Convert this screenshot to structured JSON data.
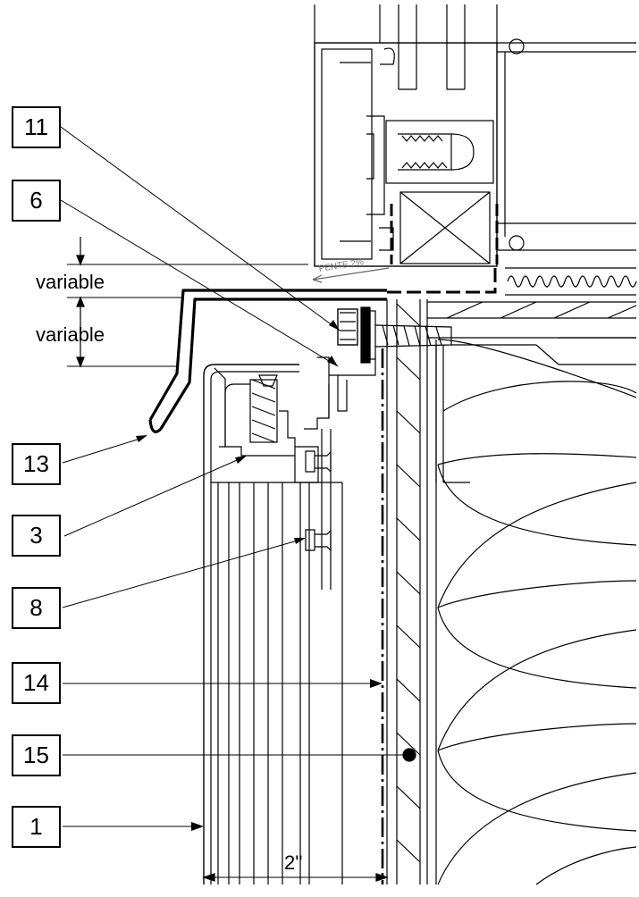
{
  "callouts": [
    {
      "id": "callout-11",
      "label": "11"
    },
    {
      "id": "callout-6",
      "label": "6"
    },
    {
      "id": "callout-13",
      "label": "13"
    },
    {
      "id": "callout-3",
      "label": "3"
    },
    {
      "id": "callout-8",
      "label": "8"
    },
    {
      "id": "callout-14",
      "label": "14"
    },
    {
      "id": "callout-15",
      "label": "15"
    },
    {
      "id": "callout-1",
      "label": "1"
    }
  ],
  "dimensions": {
    "upper_label": "variable",
    "lower_label": "variable",
    "width_label": "2''",
    "slope_label": "PENTE 2%"
  }
}
